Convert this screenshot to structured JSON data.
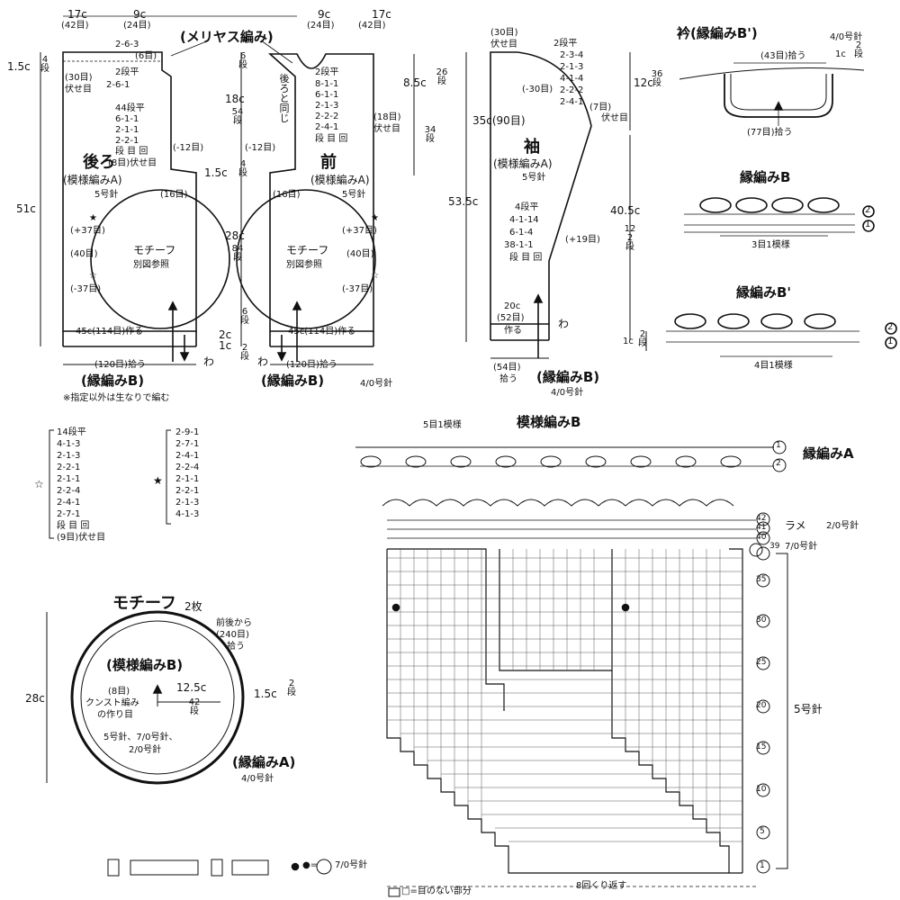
{
  "back": {
    "top_left": "17c",
    "top_left_sts": "(42目)",
    "top_mid": "9c",
    "top_mid_sts": "(24目)",
    "dec1": "2-6-3",
    "dec1b": "(6目)",
    "stockinette": "(メリヤス編み)",
    "h15": "1.5c",
    "h15r": "4段",
    "flat2": "2段平",
    "dec2": "2-6-1",
    "bind30": "(30目)",
    "bind30b": "伏せ目",
    "arm_flat": "44段平",
    "arm1": "6-1-1",
    "arm2": "2-1-1",
    "arm3": "2-2-1",
    "arm_hdr": "段 目 回",
    "arm_bind": "(8目)伏せ目",
    "minus12": "(-12目)",
    "title": "後ろ",
    "pattern": "(模様編みA)",
    "needle": "5号針",
    "st16": "(16目)",
    "h51": "51c",
    "plus37": "(+37目)",
    "st40": "(40目)",
    "minus37": "(-37目)",
    "motif": "モチーフ",
    "motif_ref": "別図参照",
    "hem": "45c(114目)作る",
    "pick": "(120目)拾う",
    "edging": "(縁編みB)",
    "edging_needle": "4/0号針",
    "note": "※指定以外は生なりで編む",
    "star_filled": "★",
    "star_open": "☆"
  },
  "front": {
    "top_mid": "9c",
    "top_mid_sts": "(24目)",
    "top_right": "17c",
    "top_right_sts": "(42目)",
    "h6": "6段",
    "h18": "18c",
    "h54": "54段",
    "h15": "1.5c",
    "h4": "4段",
    "h28": "28c",
    "h84": "84段",
    "h2": "2c",
    "h6b": "6段",
    "h1": "1c",
    "h2b": "2段",
    "same_as_back": "後ろと同じ",
    "h85": "8.5c",
    "h26": "26段",
    "h34": "34段",
    "neck_flat": "2段平",
    "n1": "8-1-1",
    "n2": "6-1-1",
    "n3": "2-1-3",
    "n4": "2-2-2",
    "n5": "2-4-1",
    "n_hdr": "段 目 回",
    "bind18": "(18目)",
    "bind18b": "伏せ目",
    "minus12": "(-12目)",
    "title": "前",
    "pattern": "(模様編みA)",
    "needle": "5号針",
    "st16": "(16目)",
    "plus37": "(+37目)",
    "st40": "(40目)",
    "minus37": "(-37目)",
    "motif": "モチーフ",
    "motif_ref": "別図参照",
    "hem": "45c(114目)作る",
    "pick": "(120目)拾う",
    "edging": "(縁編みB)",
    "edging_needle": "4/0号針",
    "wa": "わ"
  },
  "sleeve": {
    "bind30": "(30目)",
    "bind30b": "伏せ目",
    "cap_flat": "2段平",
    "c1": "2-3-4",
    "c2": "2-1-3",
    "c3": "4-1-4",
    "c4": "2-2-2",
    "c5": "2-4-1",
    "minus30": "(-30目)",
    "bind7": "(7目)",
    "bind7b": "伏せ目",
    "h12": "12c",
    "h36": "36段",
    "w35": "35c(90目)",
    "title": "袖",
    "pattern": "(模様編みA)",
    "needle": "5号針",
    "h535": "53.5c",
    "inc_flat": "4段平",
    "i1": "4-1-14",
    "i2": "6-1-4",
    "i3": "38-1-1",
    "i_hdr": "段 目 回",
    "plus19": "(+19目)",
    "h405": "40.5c",
    "h122": "122段",
    "cuff": "20c",
    "cuff_sts": "(52目)",
    "cuff_make": "作る",
    "h1": "1c",
    "h2": "2段",
    "pick": "(54目)",
    "pick2": "拾う",
    "edging": "(縁編みB)",
    "edging_needle": "4/0号針",
    "wa": "わ"
  },
  "collar": {
    "title": "衿(縁編みB')",
    "needle": "4/0号針",
    "pick43": "(43目)拾う",
    "h1": "1c",
    "h2": "2段",
    "pick77": "(77目)拾う"
  },
  "edging_b": {
    "title": "縁編みB",
    "repeat": "3目1模様",
    "row1": "1",
    "row2": "2"
  },
  "edging_b2": {
    "title": "縁編みB'",
    "repeat": "4目1模様",
    "h1": "1c",
    "h2": "2段",
    "row1": "1",
    "row2": "2"
  },
  "decrease_tables": {
    "open_star": [
      "14段平",
      "4-1-3",
      "2-1-3",
      "2-2-1",
      "2-1-1",
      "2-2-4",
      "2-4-1",
      "2-7-1",
      "段 目 回",
      "(9目)伏せ目"
    ],
    "filled_star": [
      "2-9-1",
      "2-7-1",
      "2-4-1",
      "2-2-4",
      "2-1-1",
      "2-2-1",
      "2-1-3",
      "4-1-3"
    ]
  },
  "motif_block": {
    "title": "モチーフ",
    "count": "2枚",
    "pick1": "前後から",
    "pick2": "(240目)",
    "pick3": "拾う",
    "pattern": "(模様編みB)",
    "st8": "(8目)",
    "start1": "クンスト編み",
    "start2": "の作り目",
    "r125": "12.5c",
    "r42": "42段",
    "h15": "1.5c",
    "h2": "2段",
    "needles1": "5号針、7/0号針、",
    "needles2": "2/0号針",
    "edging": "(縁編みA)",
    "edging_needle": "4/0号針",
    "h28": "28c"
  },
  "chart": {
    "title": "模様編みB",
    "repeat": "5目1模様",
    "edging_a": "縁編みA",
    "row_labels": [
      "1",
      "5",
      "10",
      "15",
      "20",
      "25",
      "30",
      "35",
      "39",
      "40",
      "41",
      "42",
      "1",
      "2"
    ],
    "lame": "ラメ",
    "lame_needle": "2/0号針",
    "row39_needle": "7/0号針",
    "needle": "5号針",
    "repeat8": "8回くり返す",
    "no_stitch": "□=目のない部分",
    "bobble": "●=",
    "bobble_needle": "7/0号針"
  }
}
